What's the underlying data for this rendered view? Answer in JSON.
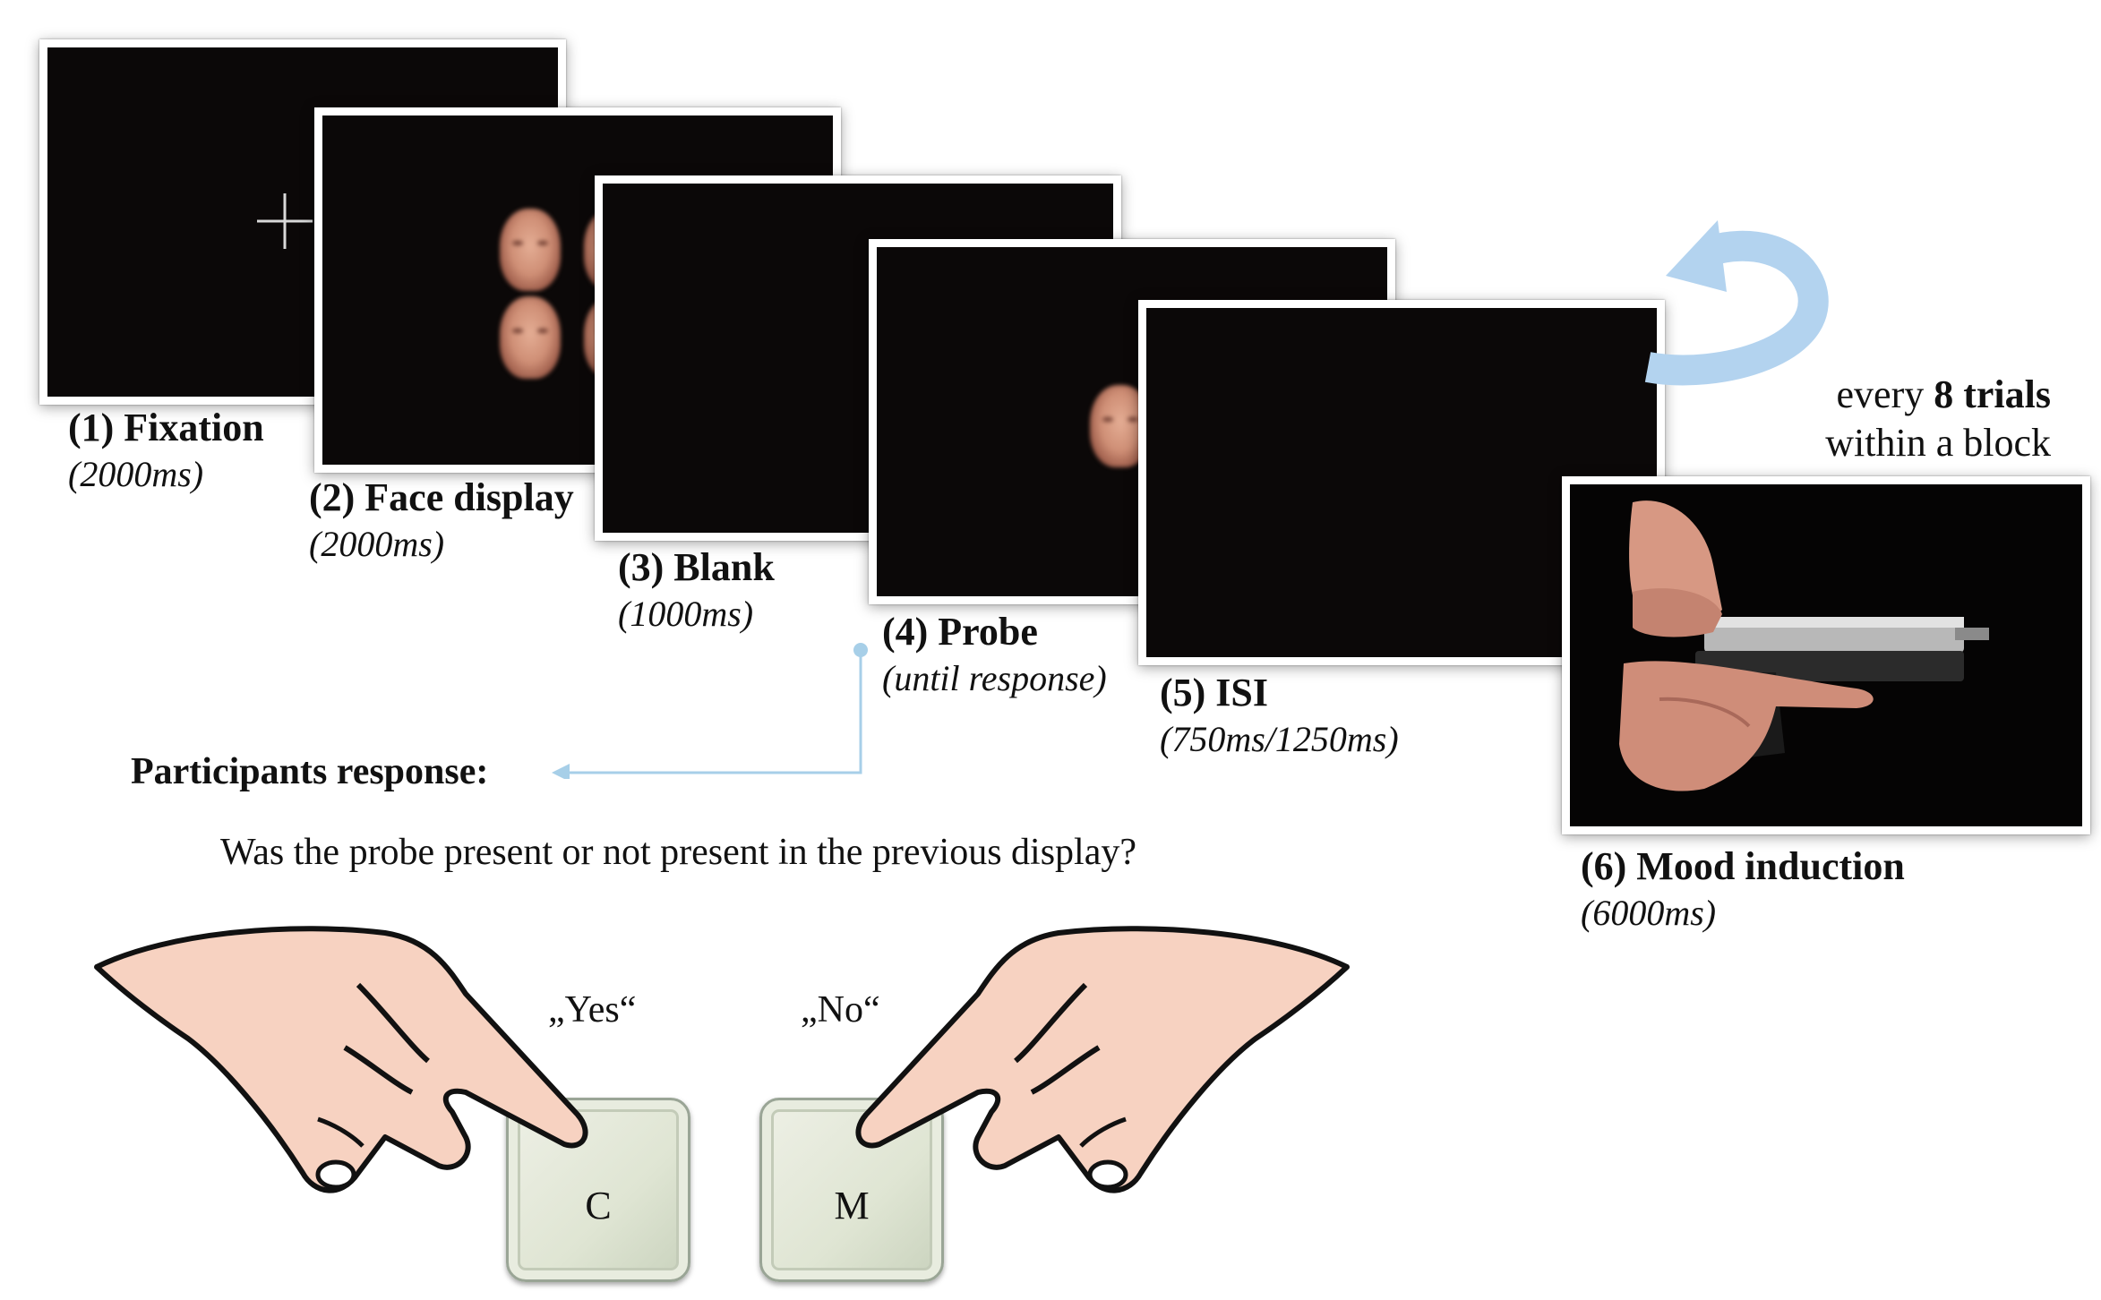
{
  "steps": [
    {
      "title": "(1) Fixation",
      "duration": "(2000ms)"
    },
    {
      "title": "(2) Face display",
      "duration": "(2000ms)"
    },
    {
      "title": "(3) Blank",
      "duration": "(1000ms)"
    },
    {
      "title": "(4) Probe",
      "duration": "(until response)"
    },
    {
      "title": "(5) ISI",
      "duration": "(750ms/1250ms)"
    },
    {
      "title": "(6) Mood induction",
      "duration": "(6000ms)"
    }
  ],
  "loop": {
    "prefix": "every ",
    "bold": "8 trials",
    "line2": "within a block"
  },
  "response": {
    "heading": "Participants response:",
    "question": "Was the probe present or not present in the previous display?",
    "yes_label": "„Yes“",
    "no_label": "„No“",
    "key_yes": "C",
    "key_no": "M"
  },
  "colors": {
    "arrow": "#b3d3ef",
    "connector": "#a7cfe8",
    "screen_bg": "#0b0808",
    "skin": "#f7d2c1"
  }
}
